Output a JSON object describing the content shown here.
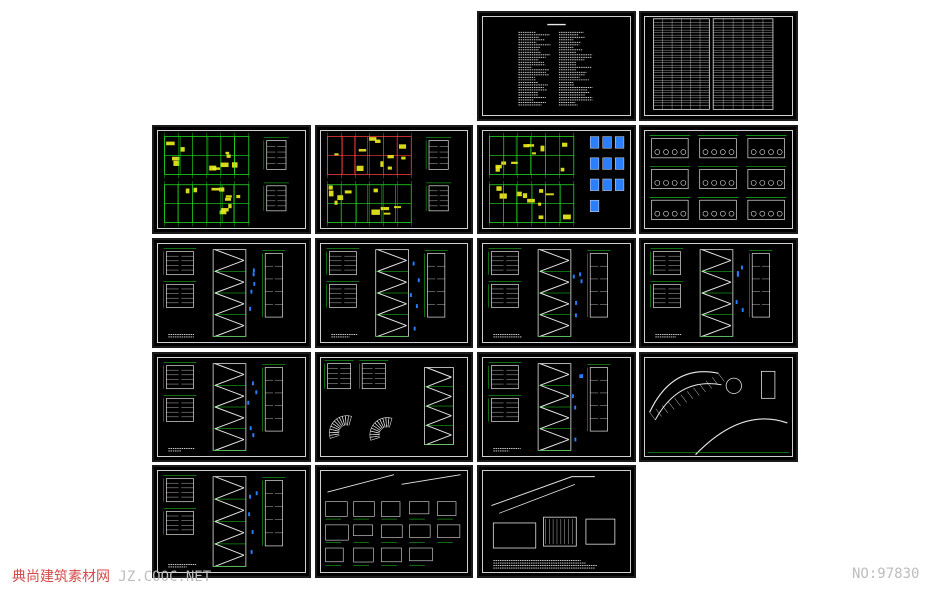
{
  "sheets": [
    {
      "id": "r0c2",
      "kind": "notes"
    },
    {
      "id": "r0c3",
      "kind": "table"
    },
    {
      "id": "r1c0",
      "kind": "plan"
    },
    {
      "id": "r1c1",
      "kind": "plan"
    },
    {
      "id": "r1c2",
      "kind": "plan"
    },
    {
      "id": "r1c3",
      "kind": "grid"
    },
    {
      "id": "r2c0",
      "kind": "stairs"
    },
    {
      "id": "r2c1",
      "kind": "stairs"
    },
    {
      "id": "r2c2",
      "kind": "stairs"
    },
    {
      "id": "r2c3",
      "kind": "stairs"
    },
    {
      "id": "r3c0",
      "kind": "stairs"
    },
    {
      "id": "r3c1",
      "kind": "spiral"
    },
    {
      "id": "r3c2",
      "kind": "stairs"
    },
    {
      "id": "r3c3",
      "kind": "curve"
    },
    {
      "id": "r4c0",
      "kind": "stairs"
    },
    {
      "id": "r4c1",
      "kind": "details"
    },
    {
      "id": "r4c2",
      "kind": "ramp"
    }
  ],
  "watermark": {
    "left_cn": "典尚建筑素材网",
    "left_latin": " JZ.COOC.NET",
    "right": "NO:97830"
  },
  "colors": {
    "background": "#ffffff",
    "sheet": "#000000",
    "line_green": "#21e021",
    "line_white": "#e8e8e8",
    "line_red": "#ff3b3b",
    "line_yellow": "#f0f020",
    "fill_blue": "#2a7fff"
  }
}
